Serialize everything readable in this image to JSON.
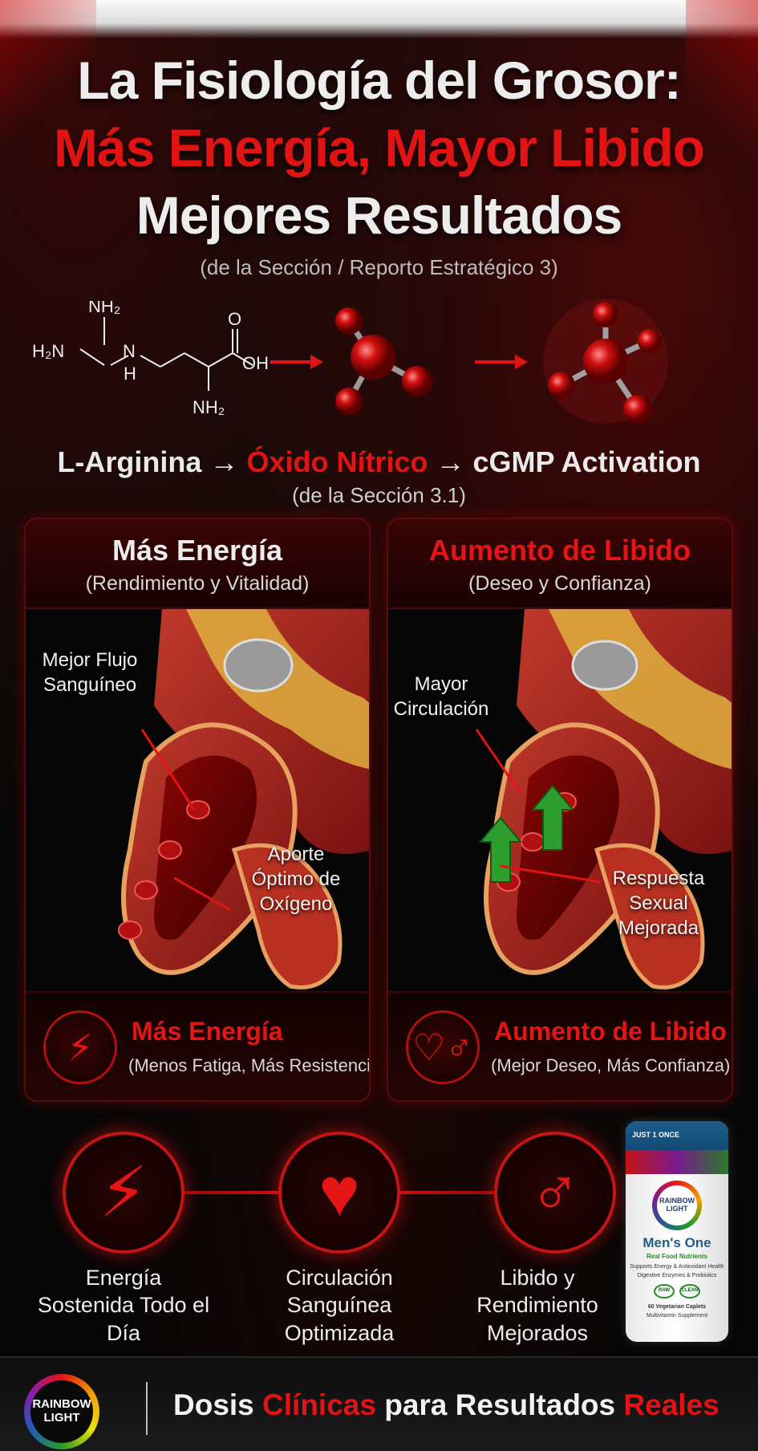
{
  "header": {
    "title_line1": "La Fisiología del Grosor:",
    "title_line2": "Más Energía, Mayor Libido",
    "title_line3": "Mejores Resultados",
    "subtitle": "(de la Sección / Reporto Estratégico 3)"
  },
  "formula": {
    "nh2_top": "NH₂",
    "h2n": "H₂N",
    "n": "N",
    "h": "H",
    "nh2_bottom": "NH₂",
    "o": "O",
    "oh": "OH"
  },
  "pathway": {
    "step1": "L-Arginina →",
    "step2": "Óxido Nítrico",
    "step3": "→ cGMP Activation",
    "source": "(de la Sección 3.1)"
  },
  "panels": [
    {
      "title": "Más Energía",
      "subtitle": "(Rendimiento y Vitalidad)",
      "label_a": "Mejor Flujo Sanguíneo",
      "label_b": "Aporte Óptimo de Oxígeno",
      "footer_title": "Más Energía",
      "footer_sub": "(Menos Fatiga, Más Resistencia)",
      "icon": "lightning-icon"
    },
    {
      "title": "Aumento de Libido",
      "subtitle": "(Deseo y Confianza)",
      "label_a": "Mayor Circulación",
      "label_b": "Respuesta Sexual Mejorada",
      "footer_title": "Aumento de Libido",
      "footer_sub": "(Mejor Deseo, Más Confianza)",
      "icon": "heart-male-icon"
    }
  ],
  "benefits": [
    {
      "icon": "lightning-icon",
      "label": "Energía Sostenida Todo el Día"
    },
    {
      "icon": "heart-icon",
      "label": "Circulación Sanguínea Optimizada"
    },
    {
      "icon": "male-symbol-icon",
      "label": "Libido y Rendimiento Mejorados"
    }
  ],
  "product": {
    "cap": "JUST 1 ONCE",
    "brand": "RAINBOW LIGHT",
    "name": "Men's One",
    "line1": "Real Food Nutrients",
    "line2": "Supports Energy & Antioxidant Health",
    "line3": "Digestive Enzymes & Probiotics",
    "seal1": "RAW",
    "seal2": "CLEAN",
    "count": "60 Vegetarian Caplets",
    "type": "Multivitamin Supplement"
  },
  "footer": {
    "logo_line1": "RAINBOW",
    "logo_line2": "LIGHT",
    "tagline_a": "Dosis",
    "tagline_b": "Clínicas",
    "tagline_c": "para Resultados",
    "tagline_d": "Reales"
  },
  "colors": {
    "accent": "#e11313",
    "panel_border": "#5a0b0b",
    "arrow_green": "#2e9e2e"
  }
}
